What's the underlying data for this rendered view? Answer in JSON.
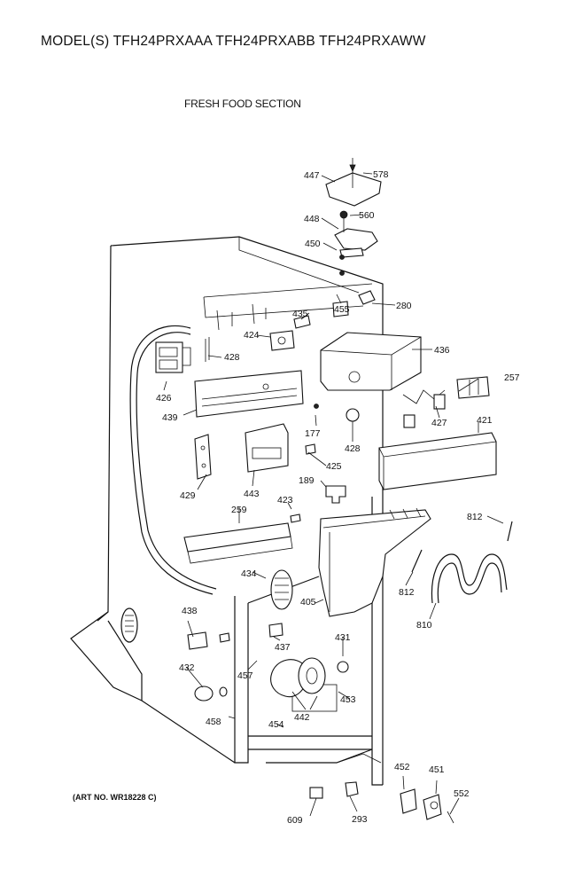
{
  "header": {
    "title": "MODEL(S) TFH24PRXAAA  TFH24PRXABB  TFH24PRXAWW",
    "section": "FRESH FOOD SECTION"
  },
  "footer": {
    "art_no": "(ART NO. WR18228 C)"
  },
  "part_labels": [
    "578",
    "447",
    "448",
    "560",
    "450",
    "455",
    "280",
    "435",
    "424",
    "428",
    "436",
    "426",
    "439",
    "257",
    "177",
    "428",
    "427",
    "421",
    "425",
    "429",
    "443",
    "189",
    "423",
    "812",
    "259",
    "434",
    "405",
    "812",
    "810",
    "438",
    "437",
    "431",
    "457",
    "432",
    "442",
    "453",
    "458",
    "454",
    "452",
    "451",
    "552",
    "609",
    "293"
  ]
}
